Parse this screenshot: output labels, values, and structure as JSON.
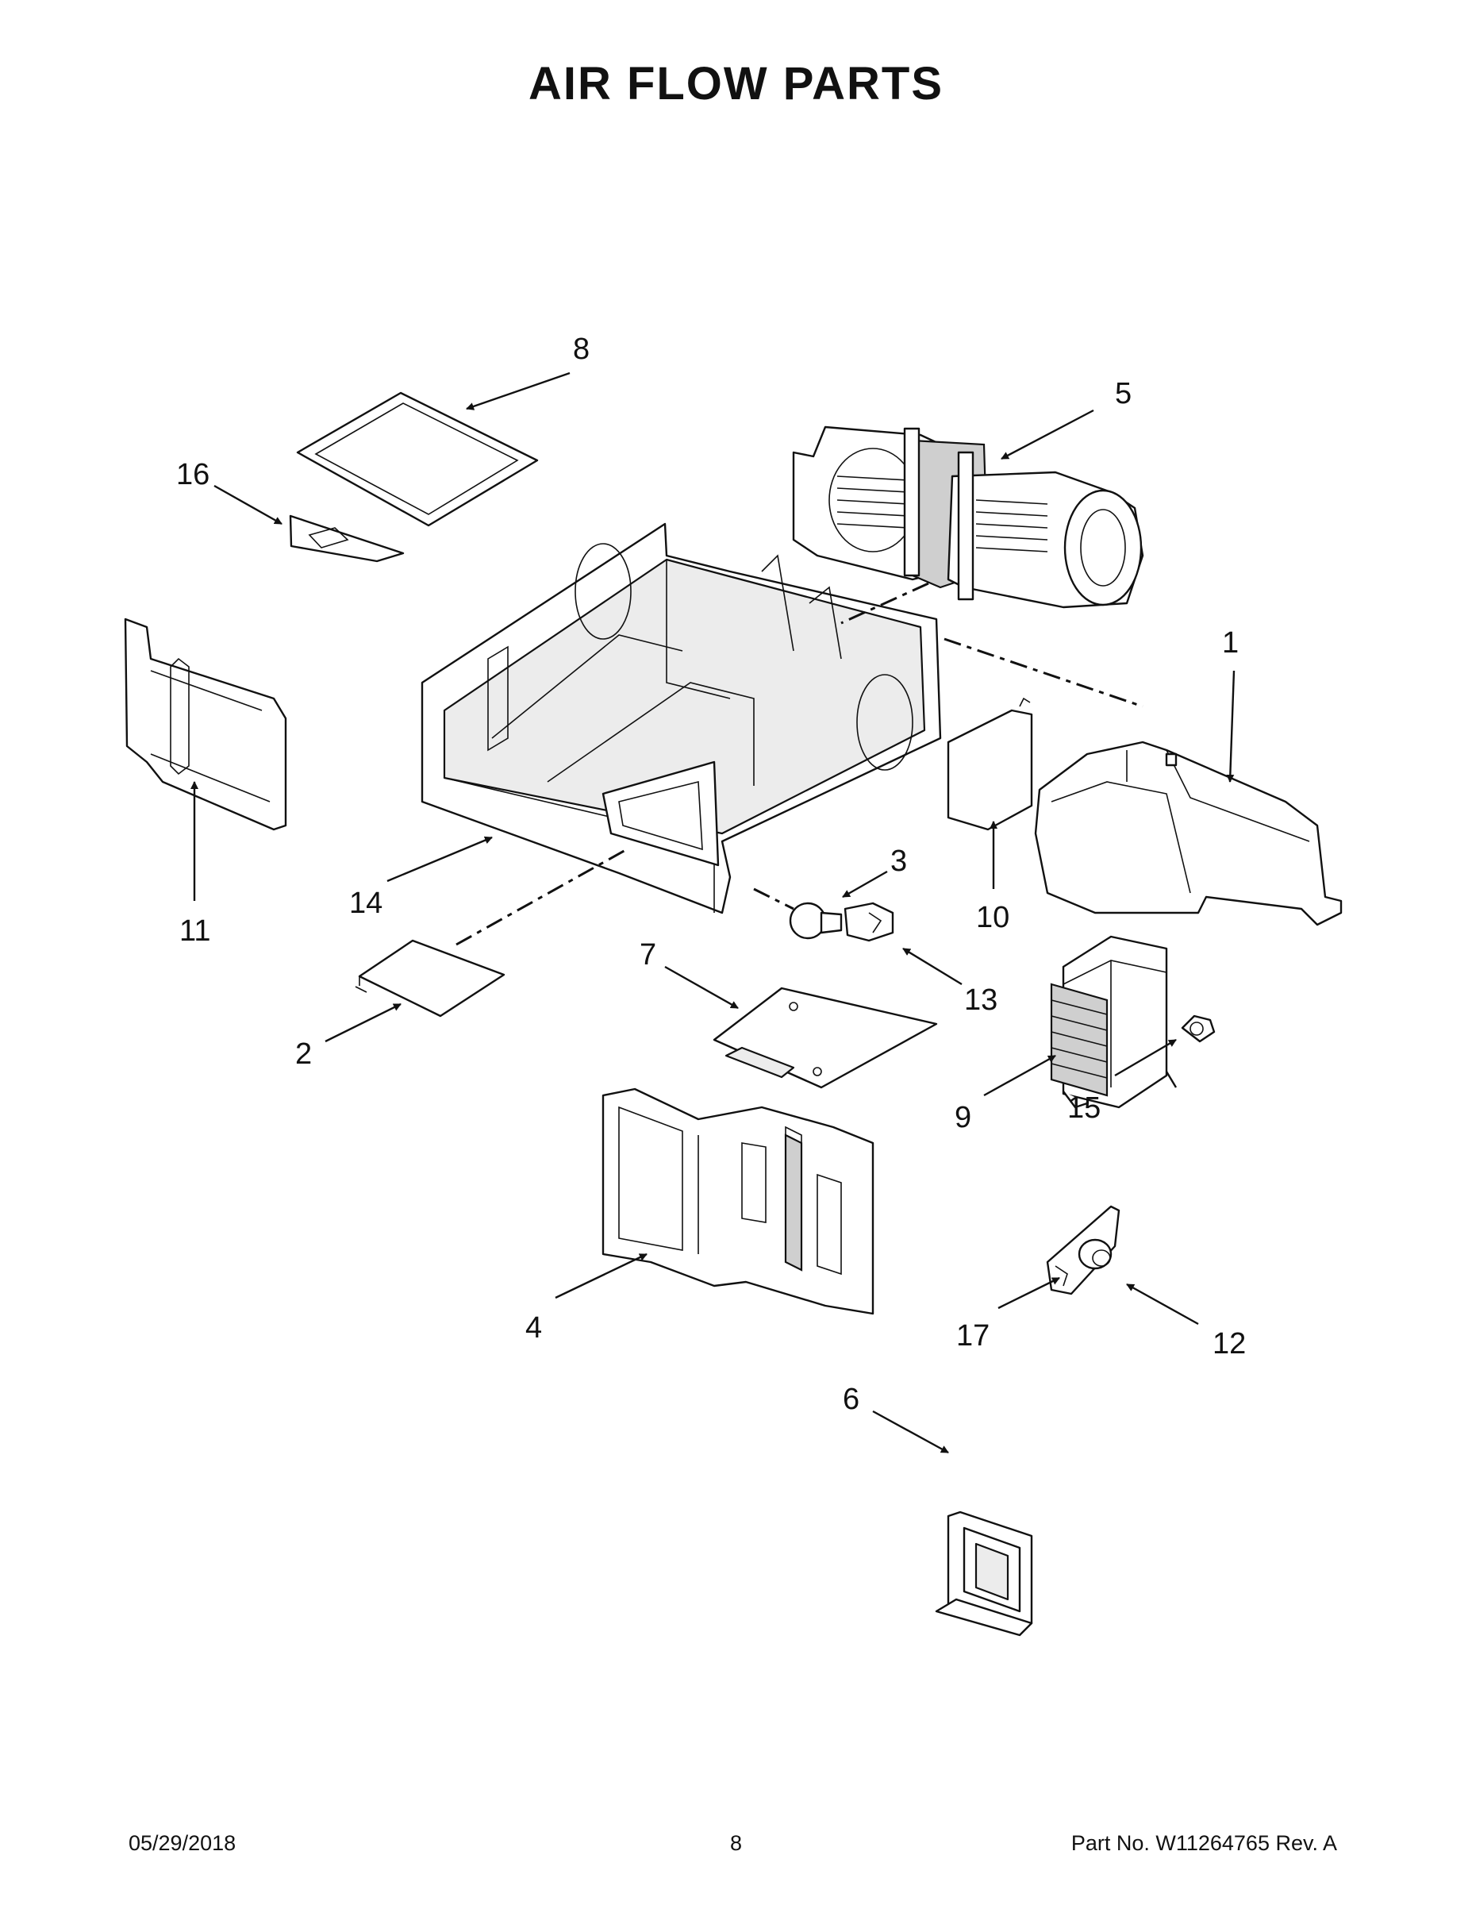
{
  "page": {
    "title": "AIR FLOW PARTS"
  },
  "footer": {
    "date": "05/29/2018",
    "page_number": "8",
    "part_no": "Part No.  W11264765  Rev.  A"
  },
  "callouts": [
    "1",
    "2",
    "3",
    "4",
    "5",
    "6",
    "7",
    "8",
    "9",
    "10",
    "11",
    "12",
    "13",
    "14",
    "15",
    "16",
    "17"
  ]
}
